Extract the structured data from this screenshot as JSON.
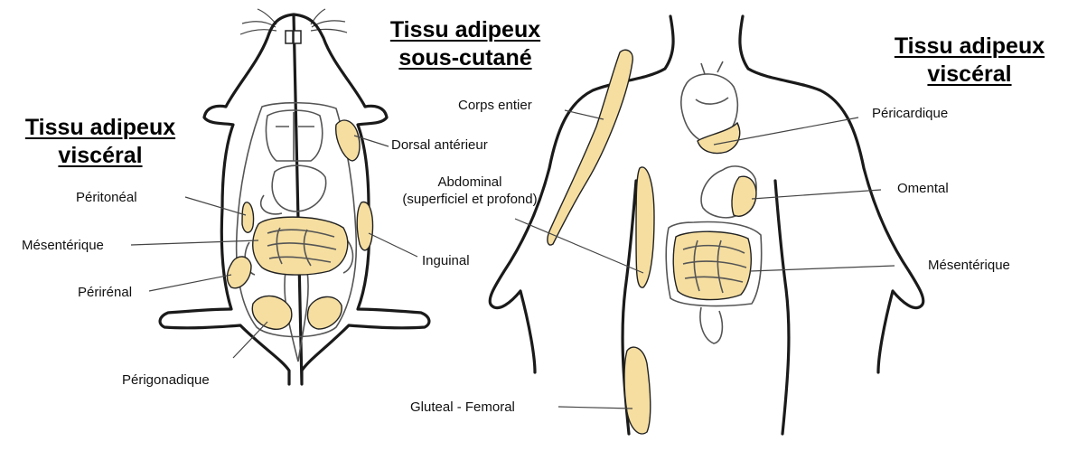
{
  "colors": {
    "fat": "#f5dea0",
    "outline": "#1a1a1a",
    "background": "#ffffff"
  },
  "titles": {
    "visceral_left": {
      "line1": "Tissu adipeux",
      "line2": "viscéral"
    },
    "subcutaneous": {
      "line1": "Tissu adipeux",
      "line2": "sous-cutané"
    },
    "visceral_right": {
      "line1": "Tissu adipeux",
      "line2": "viscéral"
    }
  },
  "mouse_labels": {
    "dorsal_anterior": "Dorsal antérieur",
    "peritoneal": "Péritonéal",
    "mesenteric": "Mésentérique",
    "inguinal": "Inguinal",
    "perirenal": "Périrénal",
    "perigonadal": "Périgonadique"
  },
  "human_labels": {
    "whole_body": "Corps entier",
    "abdominal_line1": "Abdominal",
    "abdominal_line2": "(superficiel et profond)",
    "gluteal_femoral": "Gluteal - Femoral",
    "pericardial": "Péricardique",
    "omental": "Omental",
    "mesenteric": "Mésentérique"
  }
}
